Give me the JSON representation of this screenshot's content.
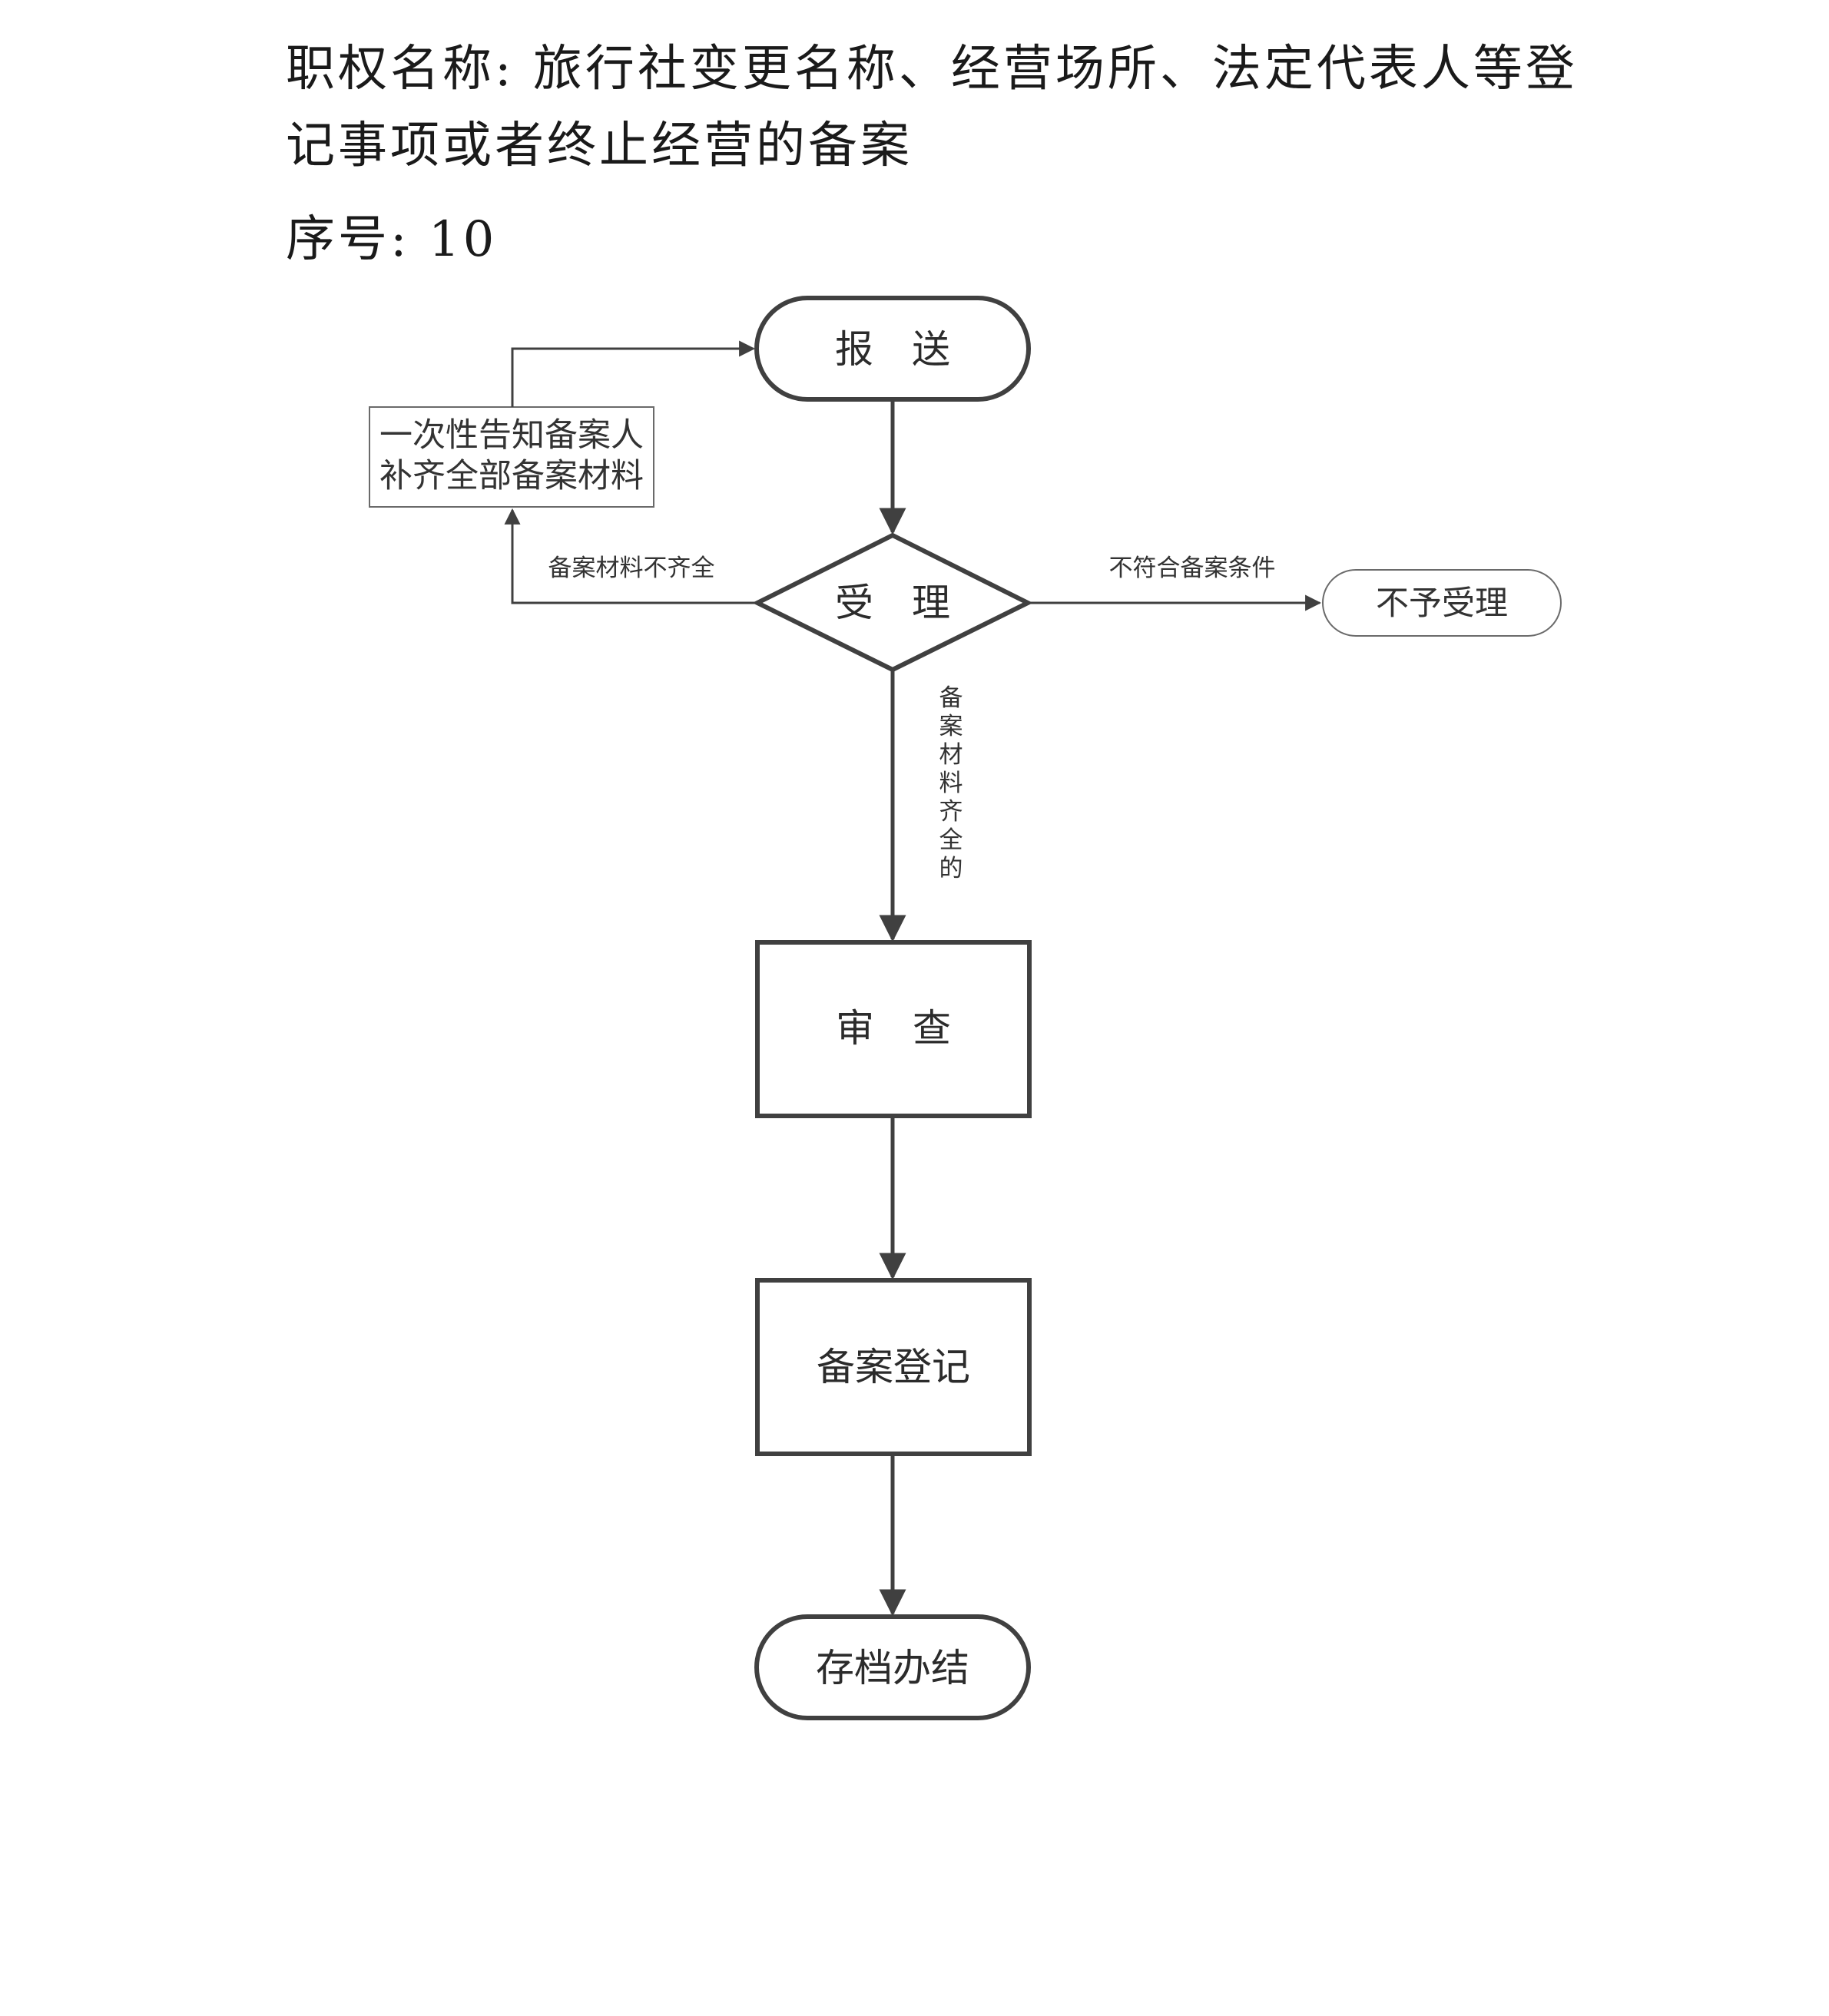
{
  "header": {
    "title_line1": "职权名称: 旅行社变更名称、经营场所、法定代表人等登",
    "title_line2": "记事项或者终止经营的备案",
    "serial_label": "序号:",
    "serial_value": "10"
  },
  "flow": {
    "nodes": {
      "submit": "报　送",
      "accept": "受　理",
      "notify_line1": "一次性告知备案人",
      "notify_line2": "补齐全部备案材料",
      "reject": "不予受理",
      "review": "审　查",
      "register": "备案登记",
      "archive": "存档办结"
    },
    "edges": {
      "incomplete": "备案材料不齐全",
      "not_qualified": "不符合备案条件",
      "complete_vertical": [
        "备",
        "案",
        "材",
        "料",
        "齐",
        "全",
        "的"
      ]
    }
  },
  "colors": {
    "stroke": "#404040",
    "text": "#333333"
  }
}
